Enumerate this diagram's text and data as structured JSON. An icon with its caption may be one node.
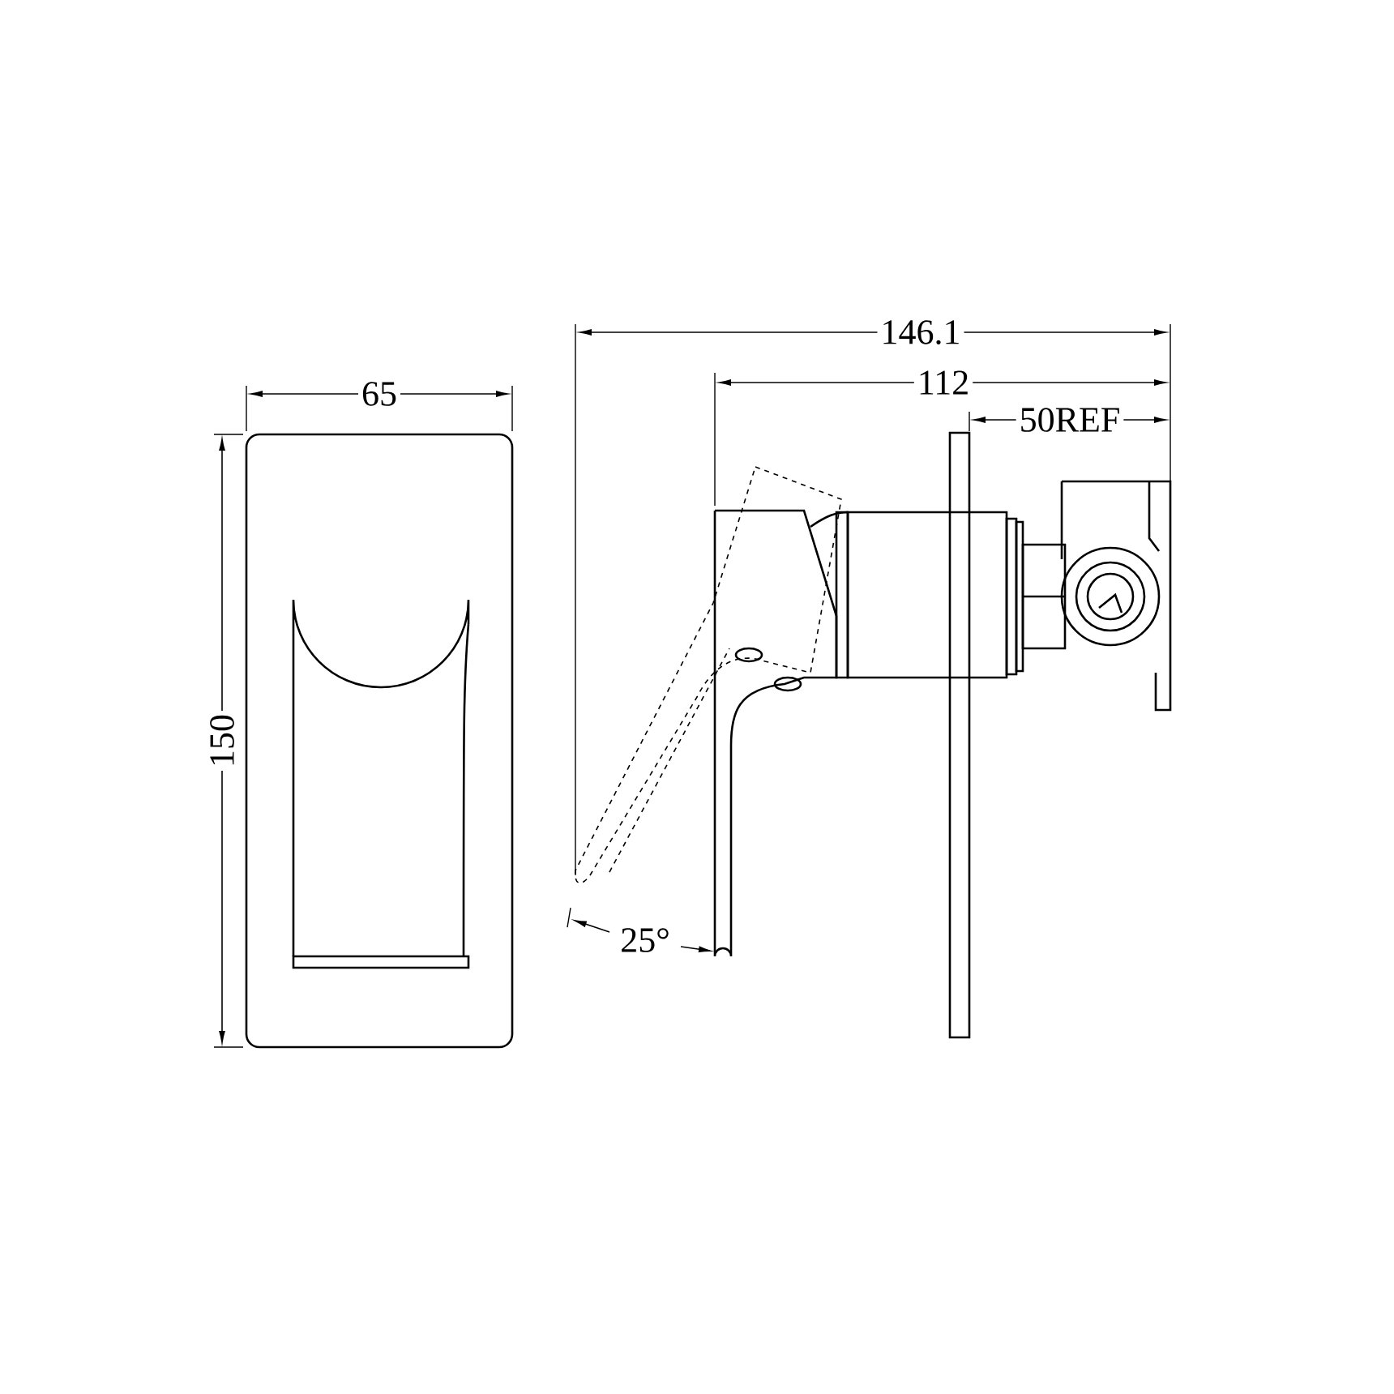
{
  "diagram": {
    "labels": [
      "146.1",
      "112",
      "65",
      "50REF",
      "150",
      "25°"
    ]
  }
}
